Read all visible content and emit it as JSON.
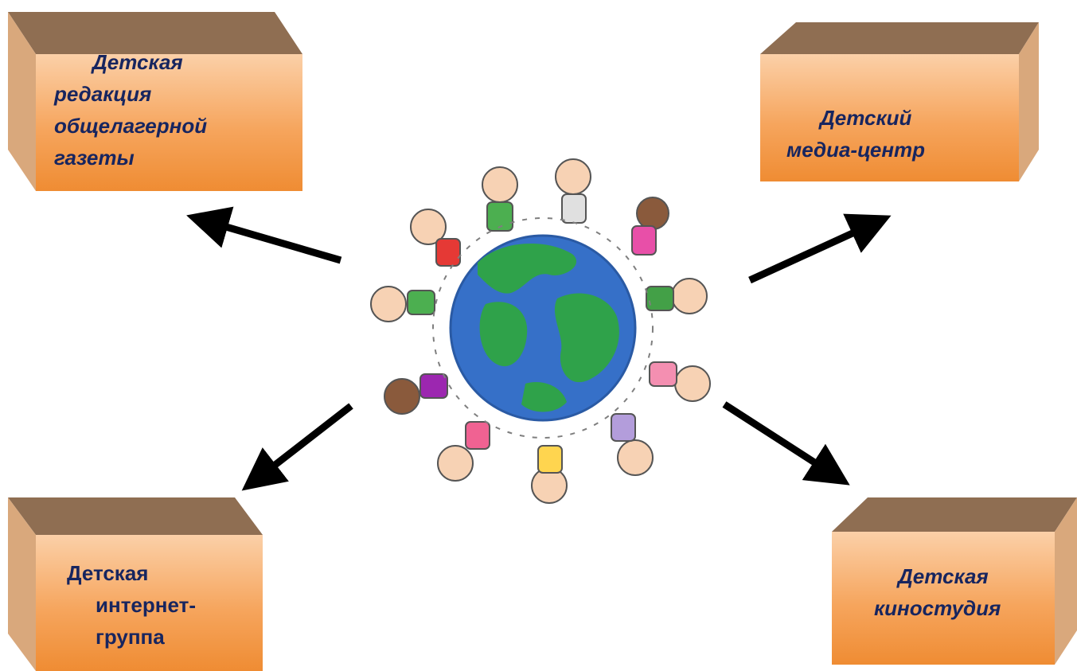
{
  "boxes": {
    "top_left": {
      "lines": [
        "Детская",
        "редакция",
        "общелагерной",
        "газеты"
      ]
    },
    "top_right": {
      "lines": [
        "Детский",
        "медиа-центр"
      ]
    },
    "bottom_left": {
      "lines": [
        "Детская",
        "интернет-",
        "группа"
      ]
    },
    "bottom_right": {
      "lines": [
        "Детская",
        "киностудия"
      ]
    }
  },
  "colors": {
    "box_top": "#8f6e52",
    "box_side": "#d9a87c",
    "box_front_light": "#fac79c",
    "box_front_dark": "#f0913b",
    "text": "#17255f",
    "arrow": "#000000",
    "globe_ocean": "#3670c8",
    "globe_land": "#2fa24a"
  },
  "center_image": {
    "icon": "kids-around-globe-icon"
  }
}
